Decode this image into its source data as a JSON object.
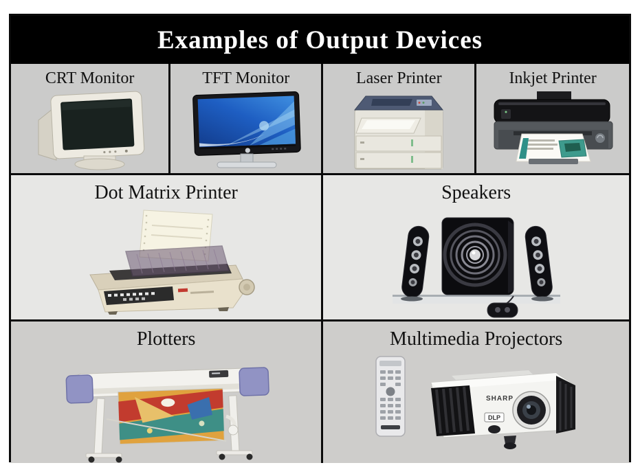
{
  "header": {
    "title": "Examples of Output Devices"
  },
  "cells": [
    {
      "label": "CRT Monitor",
      "image": "crt-monitor-image"
    },
    {
      "label": "TFT Monitor",
      "image": "tft-monitor-image"
    },
    {
      "label": "Laser Printer",
      "image": "laser-printer-image"
    },
    {
      "label": "Inkjet Printer",
      "image": "inkjet-printer-image"
    },
    {
      "label": "Dot Matrix Printer",
      "image": "dot-matrix-printer-image"
    },
    {
      "label": "Speakers",
      "image": "speakers-image"
    },
    {
      "label": "Plotters",
      "image": "plotter-image"
    },
    {
      "label": "Multimedia Projectors",
      "image": "multimedia-projector-image"
    }
  ],
  "device_markings": {
    "projector_brand": "SHARP",
    "projector_tech_badge": "DLP"
  },
  "colors": {
    "title_bar_bg": "#000000",
    "title_text": "#ffffff",
    "row1_cell_bg": "#cbcbca",
    "row2_cell_bg": "#e7e7e5",
    "row3_cell_bg": "#cecdcb",
    "grid_border": "#0a0a0a",
    "label_text": "#111111"
  }
}
